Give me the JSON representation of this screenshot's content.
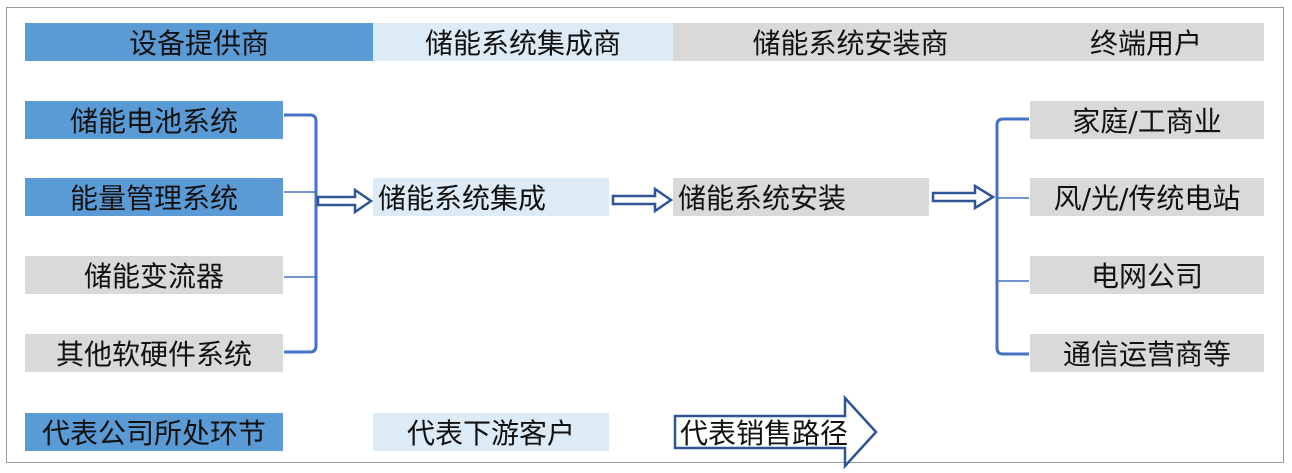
{
  "colors": {
    "company": "#5b9bd5",
    "downstream": "#ddebf7",
    "neutral": "#d9d9d9",
    "line": "#4472c4",
    "arrow": "#2f5597"
  },
  "header": {
    "supplier": "设备提供商",
    "integrator": "储能系统集成商",
    "installer": "储能系统安装商",
    "end_user": "终端用户"
  },
  "suppliers": [
    "储能电池系统",
    "能量管理系统",
    "储能变流器",
    "其他软硬件系统"
  ],
  "integration": "储能系统集成",
  "installation": "储能系统安装",
  "end_users": [
    "家庭/工商业",
    "风/光/传统电站",
    "电网公司",
    "通信运营商等"
  ],
  "legend": {
    "company": "代表公司所处环节",
    "downstream": "代表下游客户",
    "sales_path": "代表销售路径"
  }
}
